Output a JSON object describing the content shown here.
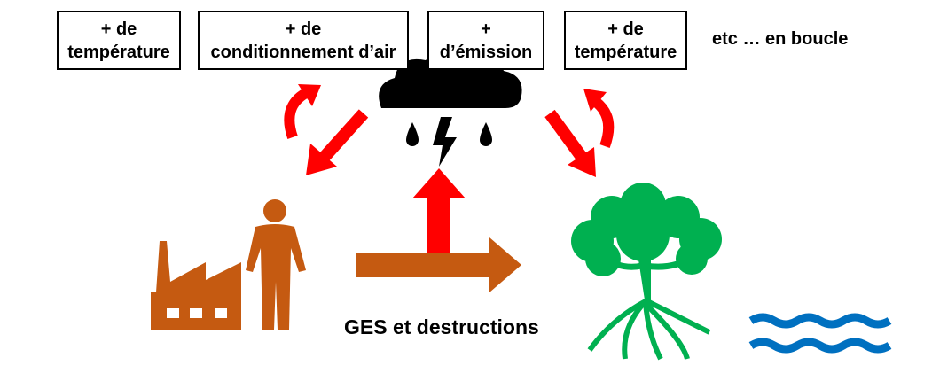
{
  "boxes": [
    {
      "line1": "+ de",
      "line2": "température"
    },
    {
      "line1": "+ de",
      "line2": "conditionnement d’air"
    },
    {
      "line1": "+",
      "line2": "d’émission"
    },
    {
      "line1": "+ de",
      "line2": "température"
    }
  ],
  "loop_text": "etc … en boucle",
  "flow_label": "GES et destructions",
  "colors": {
    "red": "#ff0000",
    "orange": "#c55a11",
    "green": "#00b050",
    "blue": "#0070c0",
    "black": "#000000"
  }
}
